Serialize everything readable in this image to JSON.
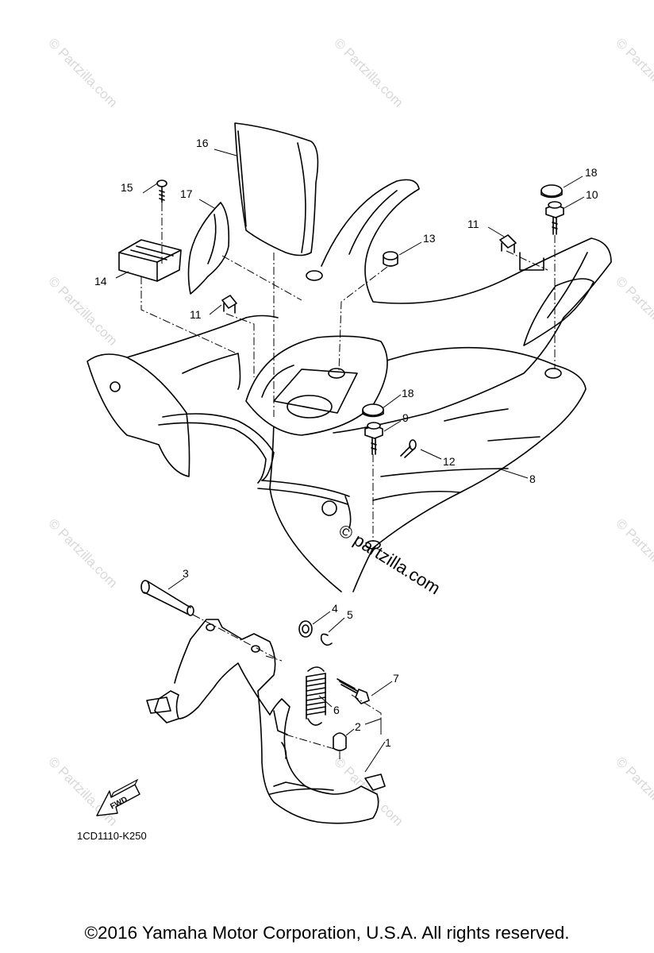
{
  "parts": {
    "p1": "1",
    "p2": "2",
    "p3": "3",
    "p4": "4",
    "p5": "5",
    "p6": "6",
    "p7": "7",
    "p8": "8",
    "p9": "9",
    "p10": "10",
    "p11a": "11",
    "p11b": "11",
    "p12": "12",
    "p13": "13",
    "p14": "14",
    "p15": "15",
    "p16": "16",
    "p17": "17",
    "p18a": "18",
    "p18b": "18"
  },
  "fwd_arrow_label": "FWD",
  "diagram_code": "1CD1110-K250",
  "watermark": {
    "center_text": "© partzilla.com",
    "tile_text": "© Partzilla.com"
  },
  "copyright": "©2016  Yamaha Motor Corporation, U.S.A. All rights reserved."
}
